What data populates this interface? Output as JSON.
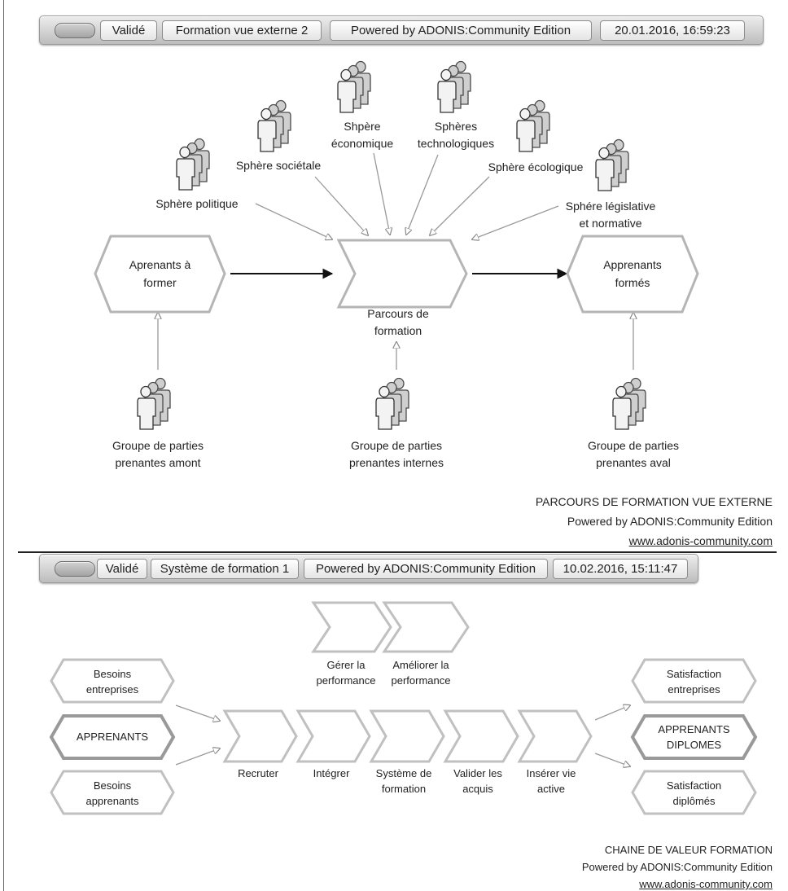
{
  "diagram1": {
    "header": {
      "status": "Validé",
      "model_name": "Formation vue externe 2",
      "powered": "Powered by ADONIS:Community Edition",
      "datetime": "20.01.2016, 16:59:23"
    },
    "spheres": {
      "politique": "Sphère politique",
      "societale": "Sphère sociétale",
      "economique_l1": "Shpère",
      "economique_l2": "économique",
      "technologique_l1": "Sphères",
      "technologique_l2": "technologiques",
      "ecologique": "Sphère écologique",
      "legislative_l1": "Sphére législative",
      "legislative_l2": "et normative"
    },
    "learners_in_l1": "Aprenants à",
    "learners_in_l2": "former",
    "process_l1": "Parcours de",
    "process_l2": "formation",
    "learners_out_l1": "Apprenants",
    "learners_out_l2": "formés",
    "groups": {
      "amont_l1": "Groupe de parties",
      "amont_l2": "prenantes amont",
      "internes_l1": "Groupe de parties",
      "internes_l2": "prenantes internes",
      "aval_l1": "Groupe de parties",
      "aval_l2": "prenantes aval"
    },
    "footer": {
      "title": "PARCOURS DE FORMATION VUE EXTERNE",
      "powered": "Powered by ADONIS:Community Edition",
      "url": "www.adonis-community.com"
    }
  },
  "diagram2": {
    "header": {
      "status": "Validé",
      "model_name": "Système de formation 1",
      "powered": "Powered by ADONIS:Community Edition",
      "datetime": "10.02.2016, 15:11:47"
    },
    "inputs": {
      "besoins_entreprises_l1": "Besoins",
      "besoins_entreprises_l2": "entreprises",
      "apprenants": "APPRENANTS",
      "besoins_apprenants_l1": "Besoins",
      "besoins_apprenants_l2": "apprenants"
    },
    "support": {
      "gerer_l1": "Gérer la",
      "gerer_l2": "performance",
      "ameliorer_l1": "Améliorer la",
      "ameliorer_l2": "performance"
    },
    "steps": {
      "recruter": "Recruter",
      "integrer": "Intégrer",
      "systeme_l1": "Système de",
      "systeme_l2": "formation",
      "valider_l1": "Valider les",
      "valider_l2": "acquis",
      "inserer_l1": "Insérer vie",
      "inserer_l2": "active"
    },
    "outputs": {
      "satisfaction_entreprises_l1": "Satisfaction",
      "satisfaction_entreprises_l2": "entreprises",
      "diplomes_l1": "APPRENANTS",
      "diplomes_l2": "DIPLOMES",
      "satisfaction_diplomes_l1": "Satisfaction",
      "satisfaction_diplomes_l2": "diplômés"
    },
    "footer": {
      "title": "CHAINE DE VALEUR FORMATION",
      "powered": "Powered by ADONIS:Community Edition",
      "url": "www.adonis-community.com"
    }
  }
}
